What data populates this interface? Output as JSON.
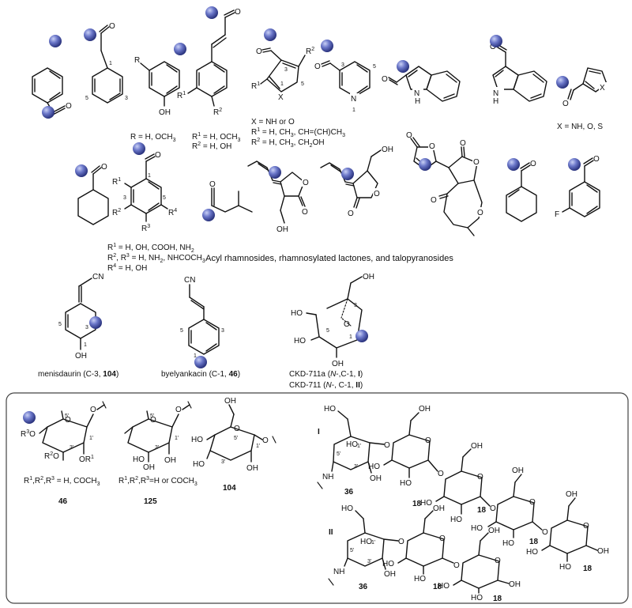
{
  "atoms": {
    "O": "O",
    "OH": "OH",
    "HO": "HO",
    "N": "N",
    "NH": "NH",
    "H": "H",
    "X": "X",
    "F": "F",
    "CN": "CN",
    "R": "R",
    "R1": "R",
    "R2": "R",
    "R3": "R",
    "R4": "R",
    "sup1": "1",
    "sup2": "2",
    "sup3": "3",
    "sup4": "4"
  },
  "num": {
    "n1": "1",
    "n3": "3",
    "n5": "5",
    "p1": "1'",
    "p3": "3'",
    "p5": "5'"
  },
  "row1": {
    "phenol_r": "R = H, OCH",
    "phenol_r_sub": "3",
    "cinn_r1": "R",
    "cinn_r1_rest": " = H, OCH",
    "cinn_r1_sub": "3",
    "cinn_r2": "R",
    "cinn_r2_rest": " = H, OH",
    "pyr_x": "X = NH or O",
    "pyr_r1": "R",
    "pyr_r1_rest": " = H, CH",
    "pyr_r1_sub": "3",
    "pyr_r1_tail": ", CH=(CH)CH",
    "pyr_r1_sub2": "3",
    "pyr_r2": "R",
    "pyr_r2_rest": " = H, CH",
    "pyr_r2_sub": "3",
    "pyr_r2_tail": ", CH",
    "pyr_r2_sub2": "2",
    "pyr_r2_end": "OH",
    "furan_x": "X = NH, O, S"
  },
  "row2": {
    "r1": "R",
    "r1_rest": " = H, OH, COOH, NH",
    "r1_sub": "2",
    "r23": "R",
    "r23_mid": ", R",
    "r23_rest": " = H, NH",
    "r23_sub": "2",
    "r23_tail": ", NHCOCH",
    "r23_sub2": "3",
    "r4": "R",
    "r4_rest": " = H, OH"
  },
  "classes_caption": "Acyl rhamnosides, rhamnosylated lactones, and talopyranosides",
  "row3": {
    "menisdaurin": "menisdaurin (C-3, ",
    "menisdaurin_num": "104",
    "byelyankacin": "byelyankacin (C-1, ",
    "byelyankacin_num": "46",
    "ckd711a": "CKD-711a (",
    "ckd711a_n": "N",
    "ckd711a_rest": "-,C-1, ",
    "ckd711a_roman": "I",
    "ckd711": "CKD-711 (",
    "ckd711_n": "N",
    "ckd711_rest": "-, C-1, ",
    "ckd711_roman": "II",
    "close": ")"
  },
  "box": {
    "sugar46_r": "R",
    "sugar46_sub": ",R",
    "sugar46_sub2": ",R",
    "sugar46_rest": " = H, COCH",
    "sugar46_sub3": "3",
    "sugar125_r": "R",
    "sugar125_rest": "=H or COCH",
    "sugar125_sub": "3",
    "c46": "46",
    "c125": "125",
    "c104": "104",
    "roman1": "I",
    "roman2": "II",
    "c36": "36",
    "c18": "18"
  },
  "colors": {
    "sphere_light": "#c9d0f5",
    "sphere_mid": "#6b77c9",
    "sphere_dark": "#27307a",
    "frame": "#444444"
  }
}
